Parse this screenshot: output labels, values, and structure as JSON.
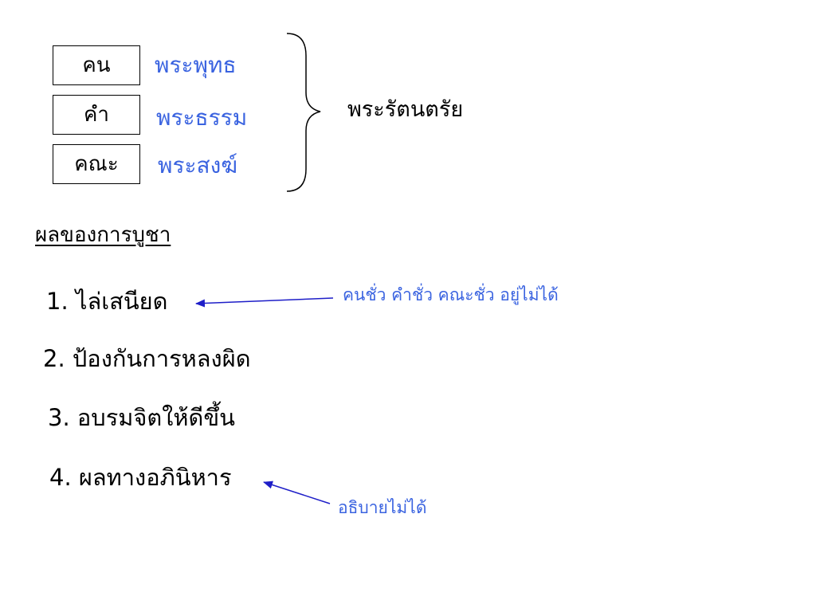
{
  "colors": {
    "text": "#000000",
    "accent_blue": "#3a63e0",
    "arrow": "#1e1ec8"
  },
  "terms": [
    {
      "thai": "คน",
      "buddhist": "พระพุทธ"
    },
    {
      "thai": "คำ",
      "buddhist": "พระธรรม"
    },
    {
      "thai": "คณะ",
      "buddhist": "พระสงฆ์"
    }
  ],
  "triple_gem": "พระรัตนตรัย",
  "section_title": "ผลของการบูชา",
  "benefits": [
    "1. ไล่เสนียด",
    "2. ป้องกันการหลงผิด",
    "3. อบรมจิตให้ดีขึ้น",
    "4. ผลทางอภินิหาร"
  ],
  "notes": {
    "benefit_1": "คนชั่ว คำชั่ว คณะชั่ว อยู่ไม่ได้",
    "benefit_4": "อธิบายไม่ได้"
  }
}
